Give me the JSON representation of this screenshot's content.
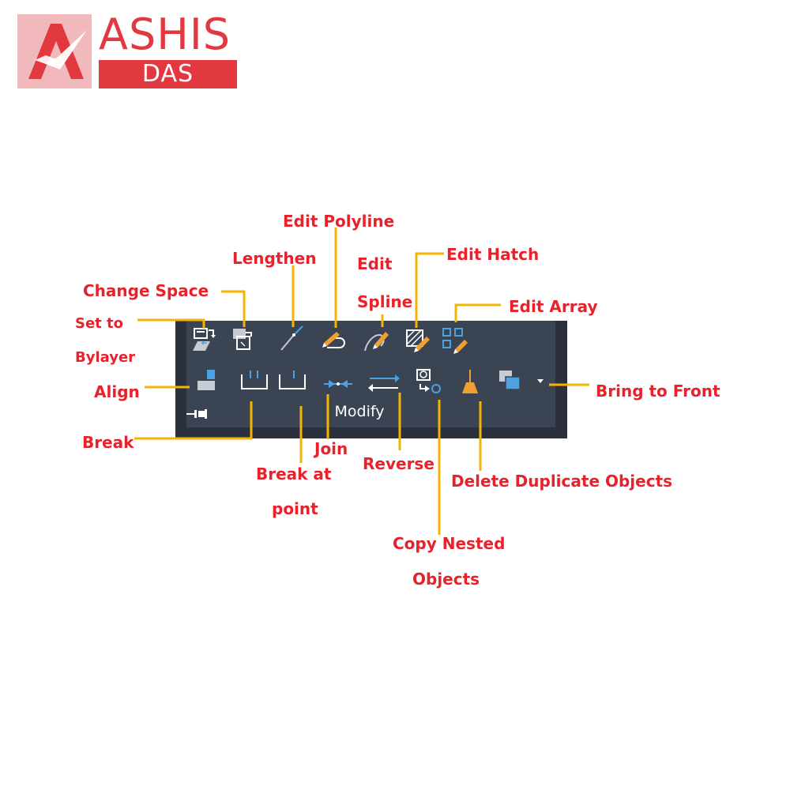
{
  "brand": {
    "name": "ASHIS",
    "surname": "DAS",
    "colors": {
      "red": "#e2383f",
      "pink": "#f1b9bb"
    }
  },
  "panel": {
    "title": "Modify",
    "colors": {
      "background": "#3b4453",
      "edge": "#2b313c",
      "text": "#ffffff"
    }
  },
  "tools": [
    {
      "id": "set-to-bylayer",
      "icon": "set-to-bylayer-icon"
    },
    {
      "id": "change-space",
      "icon": "change-space-icon"
    },
    {
      "id": "lengthen",
      "icon": "lengthen-icon"
    },
    {
      "id": "edit-polyline",
      "icon": "edit-polyline-icon"
    },
    {
      "id": "edit-spline",
      "icon": "edit-spline-icon"
    },
    {
      "id": "edit-hatch",
      "icon": "edit-hatch-icon"
    },
    {
      "id": "edit-array",
      "icon": "edit-array-icon"
    },
    {
      "id": "align",
      "icon": "align-icon"
    },
    {
      "id": "break",
      "icon": "break-icon"
    },
    {
      "id": "break-at-point",
      "icon": "break-at-point-icon"
    },
    {
      "id": "join",
      "icon": "join-icon"
    },
    {
      "id": "reverse",
      "icon": "reverse-icon"
    },
    {
      "id": "copy-nested-objects",
      "icon": "copy-nested-objects-icon"
    },
    {
      "id": "delete-duplicate-objects",
      "icon": "delete-duplicate-objects-icon"
    },
    {
      "id": "bring-to-front",
      "icon": "bring-to-front-icon"
    },
    {
      "id": "expand",
      "icon": "chevron-down-icon"
    },
    {
      "id": "pin",
      "icon": "pin-icon"
    }
  ],
  "labels": {
    "edit_polyline": "Edit Polyline",
    "lengthen": "Lengthen",
    "edit_hatch": "Edit Hatch",
    "edit_spline_1": "Edit",
    "edit_spline_2": "Spline",
    "change_space": "Change Space",
    "edit_array": "Edit Array",
    "set_to_bylayer_1": "Set to",
    "set_to_bylayer_2": "Bylayer",
    "align": "Align",
    "bring_to_front": "Bring to Front",
    "break": "Break",
    "join": "Join",
    "reverse": "Reverse",
    "break_at_point_1": "Break at",
    "break_at_point_2": "point",
    "delete_duplicate_objects": "Delete Duplicate Objects",
    "copy_nested_objects_1": "Copy Nested",
    "copy_nested_objects_2": "Objects"
  },
  "colors": {
    "label": "#e8212b",
    "leader": "#f5b400",
    "icon_blue": "#4aa3df",
    "icon_grey": "#c7ccd4",
    "icon_orange": "#f0a030"
  }
}
